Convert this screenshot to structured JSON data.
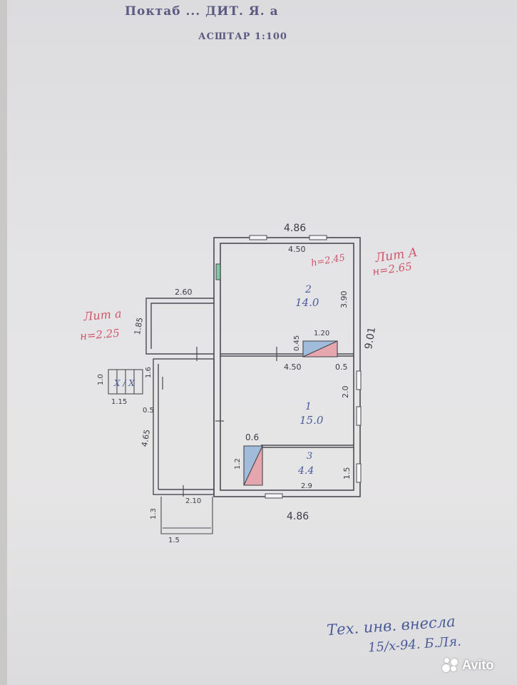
{
  "stamp": {
    "line1": "Поктаб ... ДИТ. Я. а",
    "line2": "АСШТАР 1:100"
  },
  "liter_main": {
    "name": "Лит А",
    "height": "н=2.65"
  },
  "liter_annex": {
    "name": "Лит а",
    "height": "н=2.25"
  },
  "dimensions": {
    "top_outer": "4.86",
    "top_inner": "4.50",
    "room2_height": "h=2.45",
    "right_upper": "3.90",
    "right_total": "9.01",
    "stove_top_w": "1.20",
    "stove_top_h": "0.45",
    "partition_w": "4.50",
    "right_small": "0.5",
    "right_mid": "2.0",
    "right_low": "1.5",
    "annex_top": "2.60",
    "annex_left": "1.85",
    "porch_h": "1.0",
    "porch_w": "1.15",
    "annex_small": "1.6",
    "annex_gap": "0.5",
    "annex_left_low": "4.65",
    "stove_low_w": "0.6",
    "stove_low_h": "1.2",
    "room3_bottom": "2.9",
    "bottom_outer": "4.86",
    "vest_w": "2.10",
    "vest_h": "1.3",
    "vest_bottom": "1.5"
  },
  "rooms": [
    {
      "number": "2",
      "area": "14.0"
    },
    {
      "number": "1",
      "area": "15.0"
    },
    {
      "number": "3",
      "area": "4.4"
    }
  ],
  "porch_marks": "X / X",
  "note": {
    "line1": "Тех. инв. внесла",
    "line2": "15/x-94. Б.Ля."
  },
  "watermark": {
    "brand": "Avito"
  },
  "colors": {
    "stamp": "#4e4a78",
    "red_ink": "#d0556a",
    "blue_ink": "#4b5c9a",
    "stove_fill_red": "#e5a6ad",
    "stove_fill_blue": "#8fb0d6"
  }
}
